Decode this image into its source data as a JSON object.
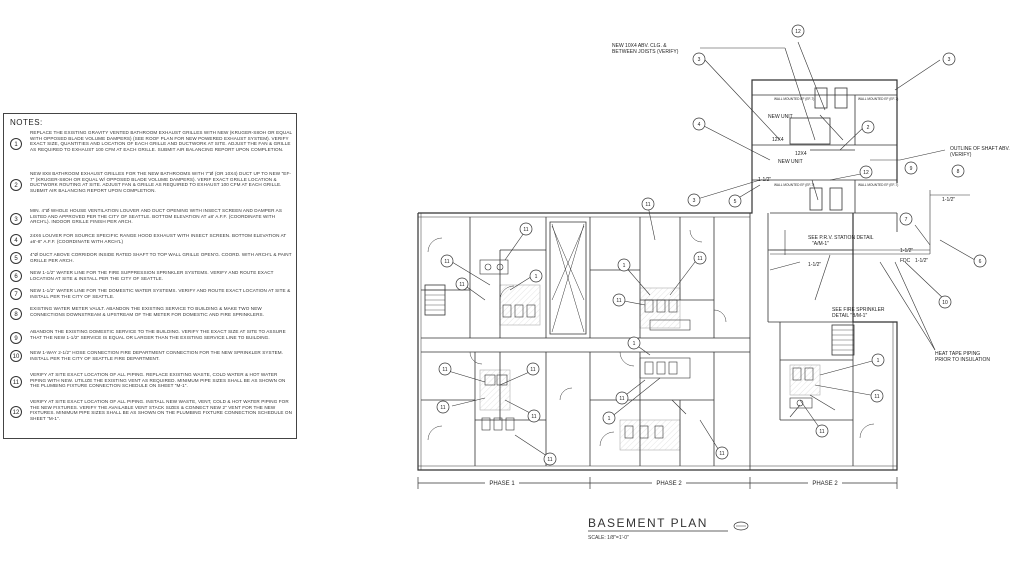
{
  "notes": {
    "title": "NOTES:",
    "items": [
      {
        "num": "1",
        "text": "REPLACE THE EXISTING GRAVITY VENTED BATHROOM EXHAUST GRILLES WITH NEW (KRUGER-S8OH OR EQUAL WITH OPPOSED BLADE VOLUME DAMPERS) (SEE ROOF PLAN FOR NEW POWERED EXHAUST SYSTEM). VERIFY EXACT SIZE, QUANTITIES AND LOCATION OF EACH GRILLE AND DUCTWORK AT SITE. ADJUST THE FAN & GRILLE AS REQUIRED TO EXHAUST 100 CFM AT EACH GRILLE. SUBMIT AIR BALANCING REPORT UPON COMPLETION."
      },
      {
        "num": "2",
        "text": "NEW 8X8 BATHROOM EXHAUST GRILLES FOR THE NEW BATHROOMS WITH 7\"Ø (or 10X4) DUCT UP TO NEW \"EF-7\" (KRUGER-S8OH OR EQUAL W/ OPPOSED BLADE VOLUME DAMPERS). VERIF EXACT GRILLE LOCATION & DUCTWORK ROUTING AT SITE. ADJUST FAN & GRILLE AS REQUIRED TO EXHAUST 100 CFM AT EACH GRILLE. SUBMIT AIR BALANCING REPORT UPON COMPLETION."
      },
      {
        "num": "3",
        "text": "MIN. 4\"Ø WHOLE HOUSE VENTILATION LOUVER AND DUCT OPENING WITH INSECT SCREEN AND DAMPER AS LISTED AND APPROVED PER THE CITY OF SEATTLE. BOTTOM ELEVATION AT ±8' A.F.F. (COORDINATE WITH ARCH'L). INDOOR GRILLE FINISH PER ARCH."
      },
      {
        "num": "4",
        "text": "24X6 LOUVER FOR SOURCE SPECIFIC RANGE HOOD EXHAUST WITH INSECT SCREEN. BOTTOM ELEVATION AT ±6'-8\" A.F.F. (COORDINATE WITH ARCH'L)"
      },
      {
        "num": "5",
        "text": "4\"Ø DUCT ABOVE CORRIDOR INSIDE RATED SHAFT TO TOP WALL GRILLE OPEN'G. COORD. WITH ARCH'L & PAINT GRILLE PER ARCH."
      },
      {
        "num": "6",
        "text": "NEW 1-1/2\" WATER LINE FOR THE FIRE SUPPRESSION SPRINKLER SYSTEMS. VERIFY AND ROUTE EXACT LOCATION AT SITE & INSTALL PER THE CITY OF SEATTLE."
      },
      {
        "num": "7",
        "text": "NEW 1-1/2\" WATER LINE FOR THE DOMESTIC WATER SYSTEMS. VERIFY AND ROUTE EXACT LOCATION AT SITE & INSTALL PER THE CITY OF SEATTLE."
      },
      {
        "num": "8",
        "text": "EXISTING WATER METER VAULT. ABANDON THE EXISTING SERVICE TO BUILDING & MAKE TWO NEW CONNECTIONS DOWNSTREAM & UPSTREAM OF THE METER FOR DOMESTIC AND FIRE SPRINKLERS."
      },
      {
        "num": "9",
        "text": "ABANDON THE EXISTING DOMESTIC SERVICE TO THE BUILDING. VERIFY THE EXACT SIZE AT SITE TO ASSURE THAT THE NEW 1-1/2\" SERVICE IS EQUAL OR LARGER THAN THE EXISTING SERVICE LINE TO BUILDING."
      },
      {
        "num": "10",
        "text": "NEW 1-WAY 2-1/2\" HOSE CONNECTION FIRE DEPARTMENT CONNECTION FOR THE NEW SPRINKLER SYSTEM. INSTALL PER THE CITY OF SEATTLE FIRE DEPARTMENT."
      },
      {
        "num": "11",
        "text": "VERIFY AT SITE EXACT LOCATION OF ALL PIPING. REPLACE EXISTING WASTE, COLD WATER & HOT WATER PIPING WITH NEW. UTILIZE THE EXISTING VENT AS REQUIRED. MINIMUM PIPE SIZES SHALL BE AS SHOWN ON THE PLUMBING FIXTURE CONNECTION SCHEDULE ON SHEET \"M-1\"."
      },
      {
        "num": "12",
        "text": "VERIFY AT SITE EXACT LOCATION OF ALL PIPING. INSTALL NEW WASTE, VENT, COLD & HOT WATER PIPING FOR THE NEW FIXTURES. VERIFY THE AVAILABLE VENT STACK SIZES & CONNECT NEW 2\" VENT FOR THE NEW FIXTURES. MINIMUM PIPE SIZES SHALL BE AS SHOWN ON THE PLUMBING FIXTURE CONNECTION SCHEDULE ON SHEET \"M-1\"."
      }
    ]
  },
  "callouts": {
    "new_duct": "NEW 10X4 ABV. CLG. &",
    "new_duct_2": "BETWEEN JOISTS (VERIFY)",
    "new_unit_1": "NEW UNIT",
    "new_unit_2": "NEW UNIT",
    "duct_size_1": "12X4",
    "duct_size_2": "12X4",
    "shaft_1": "OUTLINE OF SHAFT ABV.",
    "shaft_2": "(VERIFY)",
    "prv_1": "SEE P.R.V. STATION DETAIL",
    "prv_2": "\"A/M-1\"",
    "sprinkler_1": "SEE FIRE SPRINKLER",
    "sprinkler_2": "DETAIL \"B/M-1\"",
    "heat_tape_1": "HEAT TAPE PIPING",
    "heat_tape_2": "PRIOR TO INSULATION",
    "pipe_a": "1-1/2\"",
    "pipe_b": "1-1/2\"",
    "pipe_c": "1-1/2\"",
    "pipe_d": "1-1/2\"",
    "pipe_e": "1-1/2\"",
    "fdc": "FDC",
    "fan_label": "WALL MOUNTED EF (EF-7)"
  },
  "phases": [
    "PHASE 1",
    "PHASE 2",
    "PHASE 2"
  ],
  "title_block": {
    "title": "BASEMENT PLAN",
    "scale": "SCALE: 1/8\"=1'-0\""
  },
  "tags": [
    "12",
    "3",
    "3",
    "2",
    "4",
    "12",
    "3",
    "5",
    "9",
    "8",
    "7",
    "6",
    "10",
    "11",
    "11",
    "11",
    "11",
    "1",
    "1",
    "1",
    "11",
    "1",
    "11",
    "11",
    "11",
    "11",
    "11",
    "1",
    "11",
    "11",
    "11",
    "11",
    "11"
  ],
  "colors": {
    "line": "#333333",
    "text": "#222222",
    "background": "#ffffff"
  }
}
